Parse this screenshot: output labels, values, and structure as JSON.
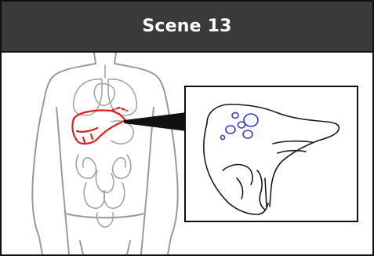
{
  "scene": {
    "title": "Scene 13",
    "header_bg": "#3a3a3a",
    "header_text_color": "#ffffff",
    "highlight_color": "#e02020",
    "cyst_color": "#3b3bd6",
    "body_line_color": "#9a9a9a",
    "illustration": {
      "body": "human-torso-outline",
      "highlighted_organ": "liver",
      "zoom_panel_content": "liver-with-cysts",
      "cyst_count": 6
    }
  }
}
